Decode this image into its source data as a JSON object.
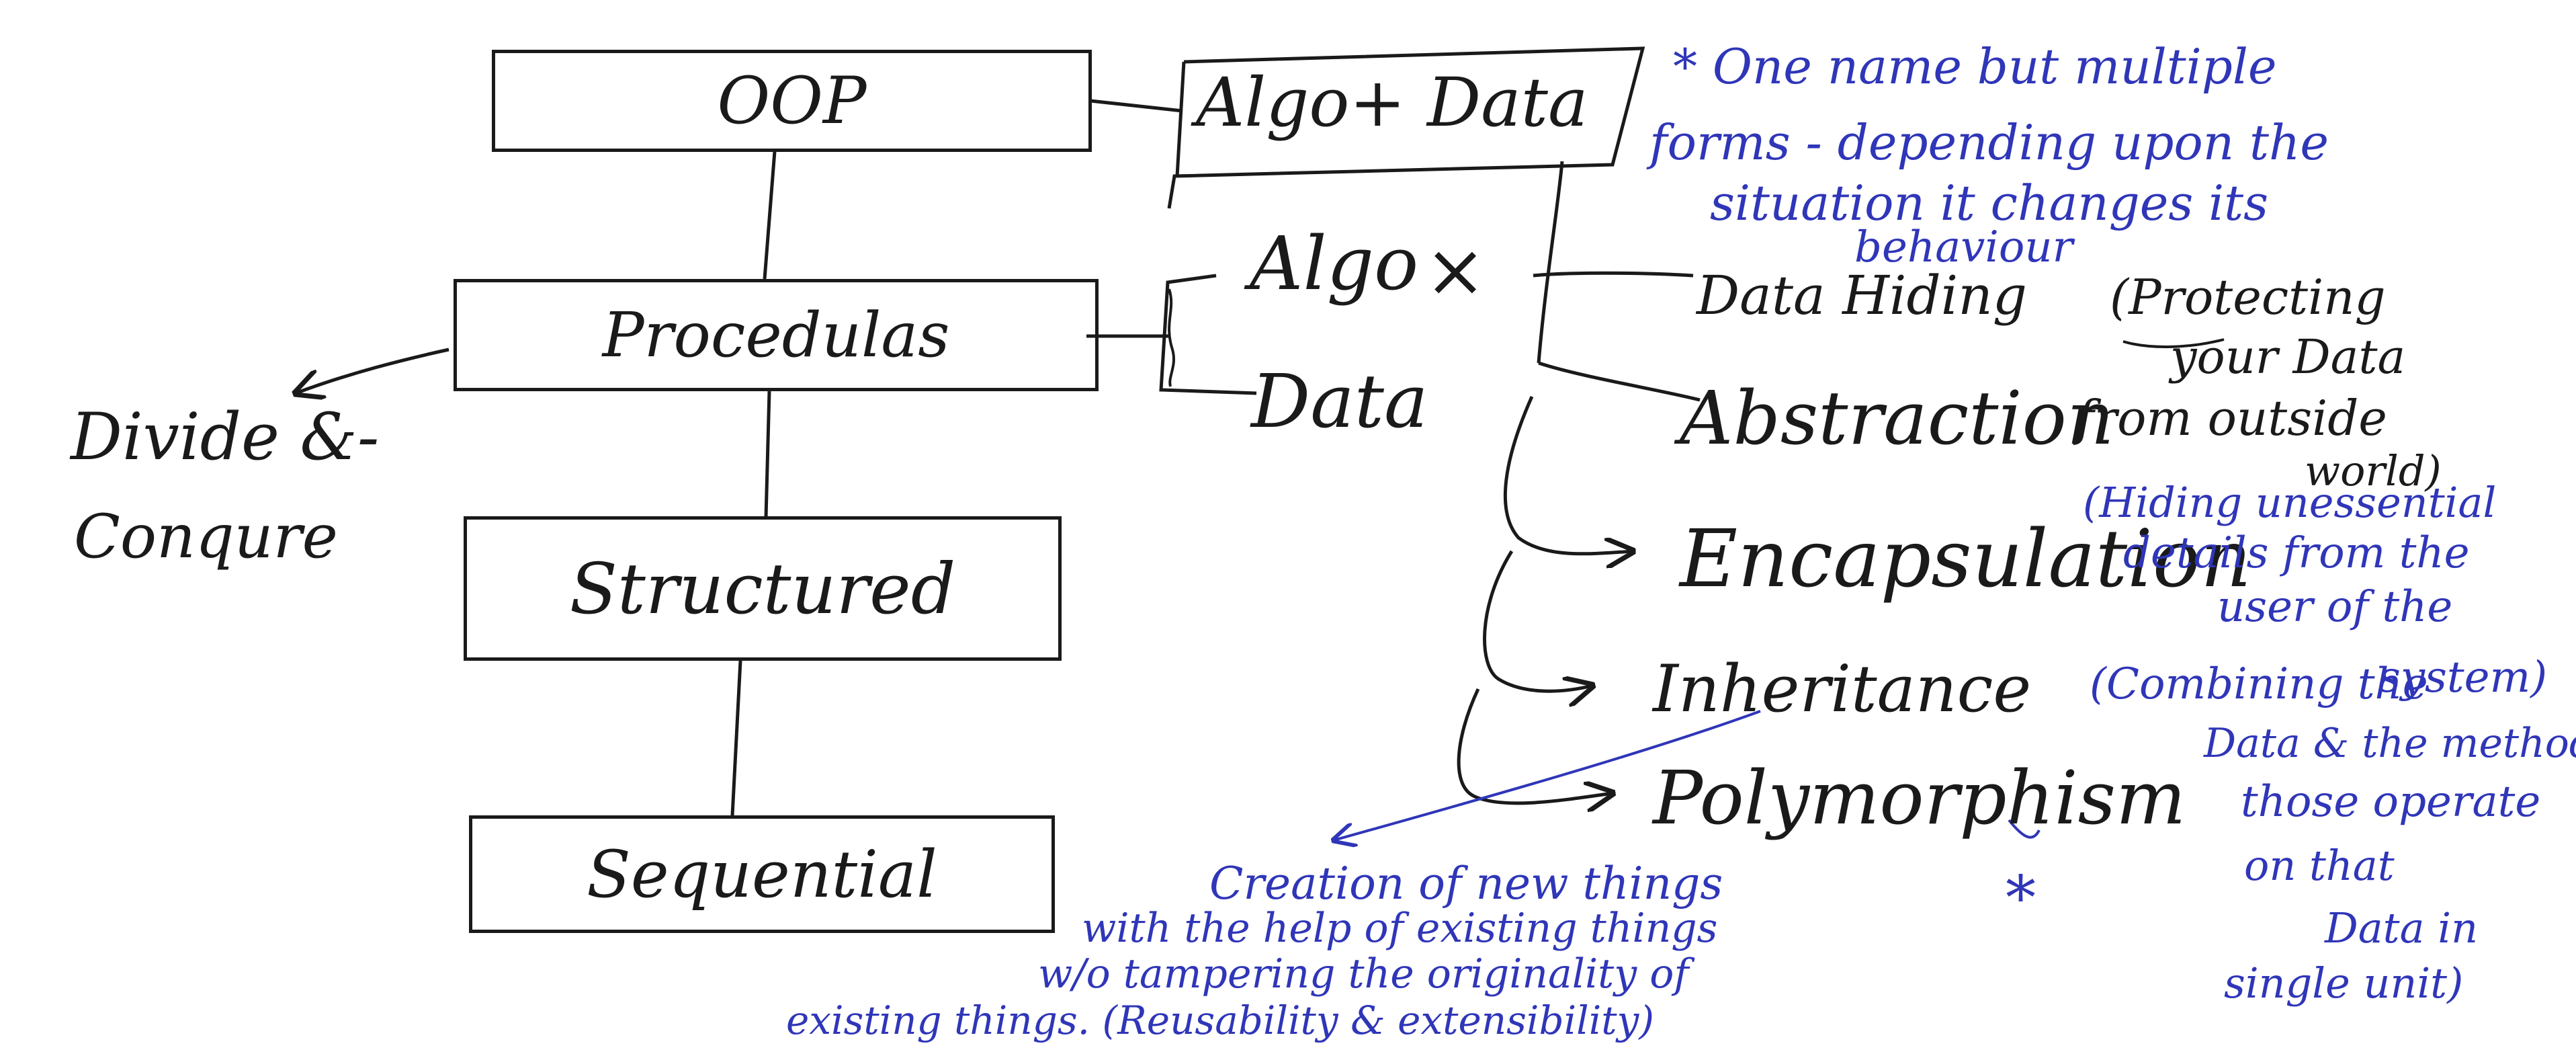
{
  "paradigms": {
    "oop": "OOP",
    "procedural": "Procedulas",
    "structured": "Structured",
    "sequential": "Sequential"
  },
  "divide_conquer": {
    "line1": "Divide &-",
    "line2": "Conqure"
  },
  "algo_data": {
    "combined": "Algo+ Data",
    "algo": "Algo",
    "algo_mark": "×",
    "data": "Data"
  },
  "pillars": {
    "data_hiding": "Data Hiding",
    "abstraction": "Abstraction",
    "encapsulation": "Encapsulation",
    "inheritance": "Inheritance",
    "polymorphism": "Polymorphism",
    "star_mark": "*"
  },
  "notes": {
    "polymorphism_note": {
      "line1": "* One name but multiple",
      "line2": "forms - depending upon the",
      "line3": "situation it changes its",
      "line4": "behaviour"
    },
    "data_hiding_note": {
      "line1": "(Protecting",
      "line2": "your Data",
      "line3": "from outside",
      "line4": "world)"
    },
    "abstraction_note": {
      "line1": "(Hiding unessential",
      "line2": "details from the",
      "line3": "user of the",
      "line4": "system)"
    },
    "encapsulation_note": {
      "line1": "(Combining the",
      "line2": "Data & the methods",
      "line3": "those operate",
      "line4": "on that",
      "line5": "Data in",
      "line6": "single unit)"
    },
    "inheritance_note": {
      "line1": "Creation of new things",
      "line2": "with the help of existing things",
      "line3": "w/o tampering the originality of",
      "line4": "existing things. (Reusability & extensibility)"
    }
  },
  "colors": {
    "ink": "#1a1a1a",
    "pen_blue": "#2f36b8"
  }
}
